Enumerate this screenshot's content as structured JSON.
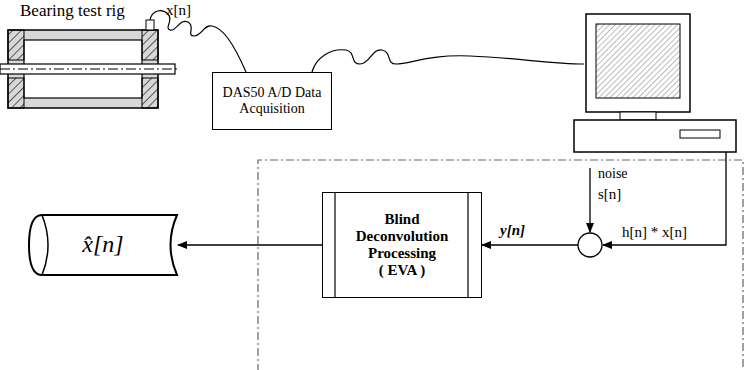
{
  "diagram": {
    "nodes": [
      {
        "text": [
          "DAS50 A/D Data Acquisition"
        ]
      },
      {
        "text": [
          "Blind Deconvolution Processing",
          "( EVA )"
        ]
      },
      {
        "text": [
          "x̂[n]"
        ]
      }
    ],
    "edges": [
      {
        "from": 1,
        "to": 2,
        "arrow": "to"
      }
    ],
    "labels": [
      "Bearing test rig",
      "x[n]",
      "noise",
      "s[n]",
      "y[n]",
      "h[n] * x[n]"
    ]
  }
}
